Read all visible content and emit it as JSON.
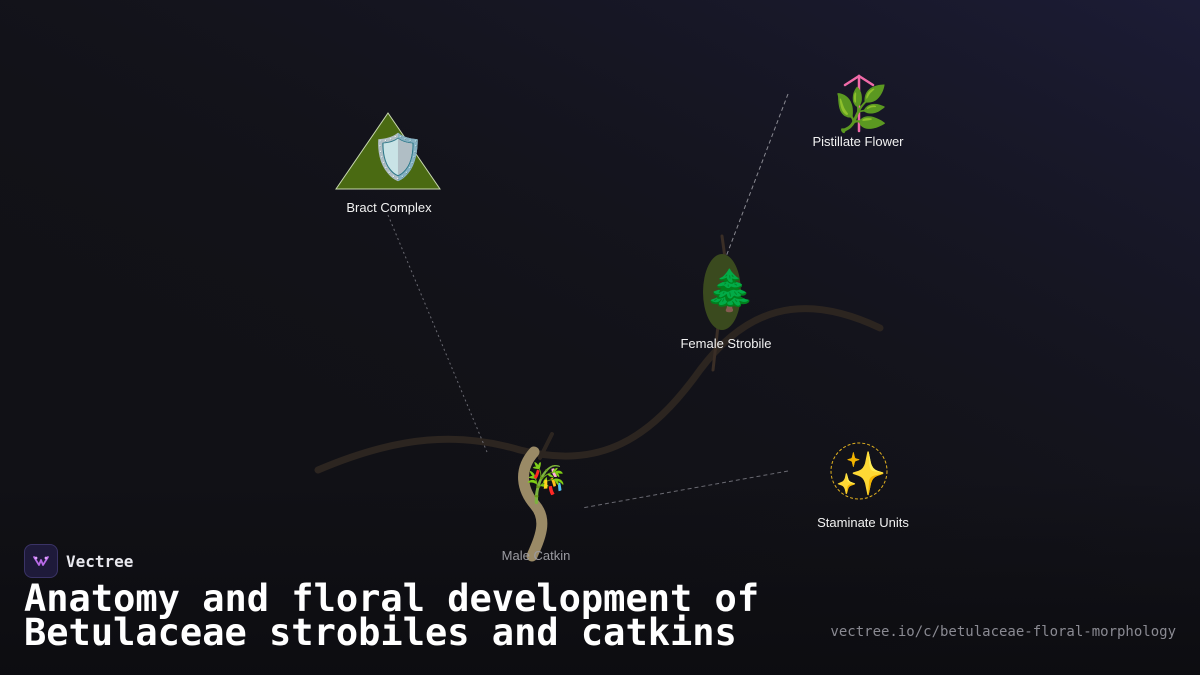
{
  "brand": {
    "name": "Vectree"
  },
  "title": {
    "line1": "Anatomy and floral development of",
    "line2": "Betulaceae strobiles and catkins"
  },
  "url": "vectree.io/c/betulaceae-floral-morphology",
  "nodes": {
    "bract_complex": {
      "label": "Bract Complex",
      "icon": "shield-icon",
      "glyph": "🛡️"
    },
    "pistillate_flower": {
      "label": "Pistillate Flower",
      "icon": "herb-icon",
      "glyph": "🌿"
    },
    "female_strobile": {
      "label": "Female Strobile",
      "icon": "evergreen-tree-icon",
      "glyph": "🌲"
    },
    "male_catkin": {
      "label": "Male Catkin",
      "icon": "tanabata-tree-icon",
      "glyph": "🎋"
    },
    "staminate_units": {
      "label": "Staminate Units",
      "icon": "sparkles-icon",
      "glyph": "✨"
    }
  },
  "colors": {
    "background": "#111116",
    "branch": "#2c2520",
    "bract_fill": "#4a6a12",
    "pistil_accent": "#f06aa8",
    "strobile_fill": "#3a4a1e",
    "catkin_fill": "#9a8a66",
    "staminate_ring": "#e0b020"
  }
}
